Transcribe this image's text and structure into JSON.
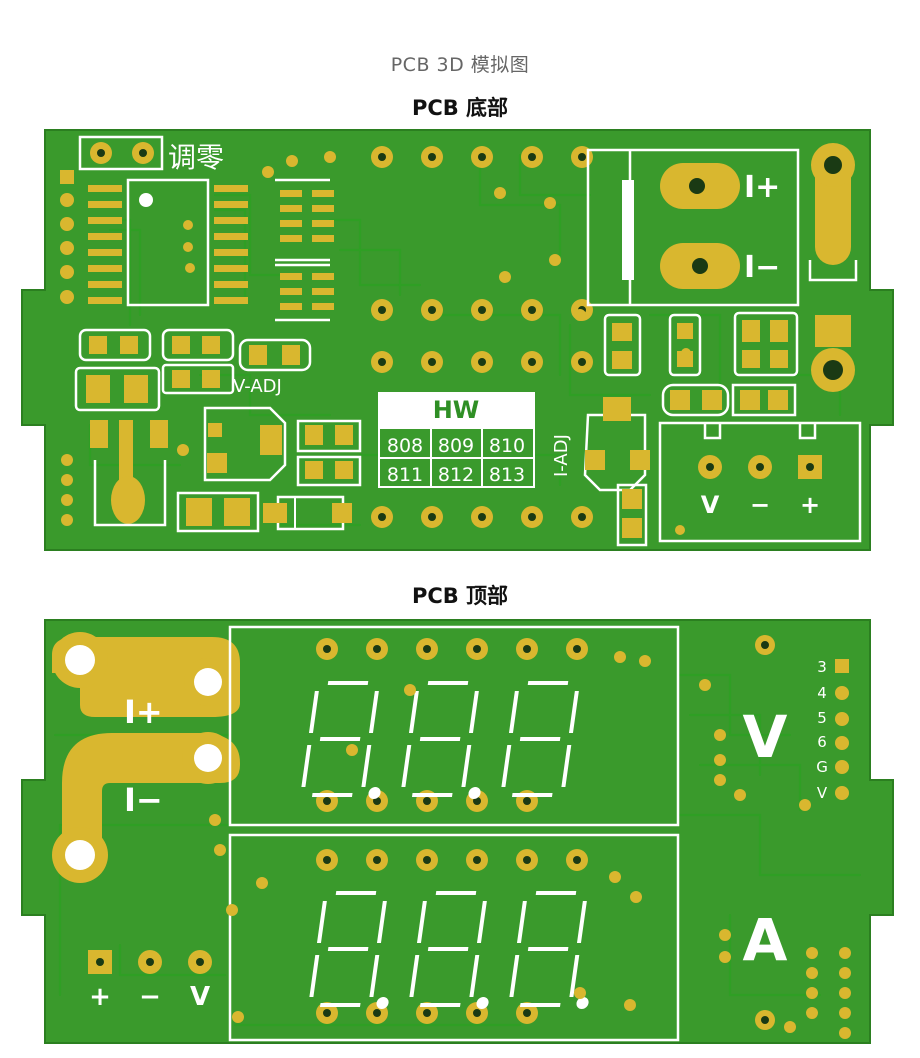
{
  "titles": {
    "main": "PCB 3D 模拟图",
    "bottom": "PCB 底部",
    "top": "PCB 顶部"
  },
  "bottom_board": {
    "zero_label": "调零",
    "v_adj": "V-ADJ",
    "i_adj": "I-ADJ",
    "i_plus": "I+",
    "i_minus": "I−",
    "logo": "HW",
    "models": [
      "808",
      "809",
      "810",
      "811",
      "812",
      "813"
    ],
    "conn_v": "V",
    "conn_minus": "−",
    "conn_plus": "+"
  },
  "top_board": {
    "i_plus": "I+",
    "i_minus": "I−",
    "volt_unit": "V",
    "amp_unit": "A",
    "pin_numbers": [
      "3",
      "4",
      "5",
      "6",
      "G",
      "V"
    ],
    "conn_plus": "+",
    "conn_minus": "−",
    "conn_v": "V"
  },
  "colors": {
    "pcb": "#3a9a2c",
    "pcb_dark": "#2b7f20",
    "gold": "#d9b72f",
    "silk": "#ffffff"
  }
}
